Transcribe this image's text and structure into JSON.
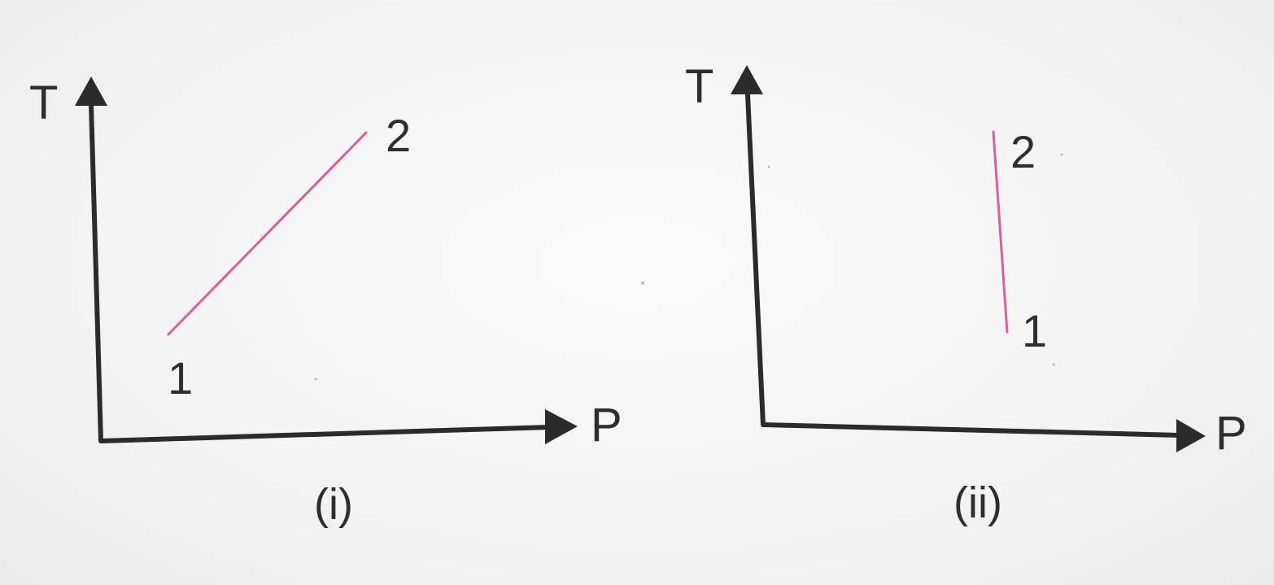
{
  "colors": {
    "axis": "#2b2b2b",
    "process_line": "#d9609a",
    "text": "#2e2e2e"
  },
  "graphs": [
    {
      "caption": "(i)",
      "y_axis_label": "T",
      "x_axis_label": "P",
      "start_label": "1",
      "end_label": "2"
    },
    {
      "caption": "(ii)",
      "y_axis_label": "T",
      "x_axis_label": "P",
      "start_label": "1",
      "end_label": "2"
    }
  ]
}
